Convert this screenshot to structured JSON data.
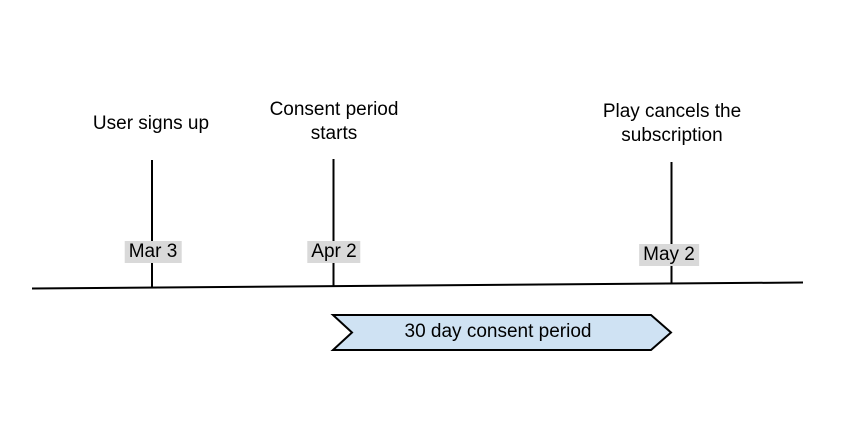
{
  "colors": {
    "background": "#ffffff",
    "line_color": "#000000",
    "text_color": "#000000",
    "date_badge_bg": "#d9d9d9",
    "banner_fill": "#cfe2f3",
    "banner_border": "#000000"
  },
  "timeline": {
    "events": [
      {
        "label": "User signs up",
        "date": "Mar 3"
      },
      {
        "label": "Consent period starts",
        "date": "Apr 2"
      },
      {
        "label": "Play cancels the subscription",
        "date": "May 2"
      }
    ],
    "banner": {
      "label": "30 day consent period"
    }
  }
}
